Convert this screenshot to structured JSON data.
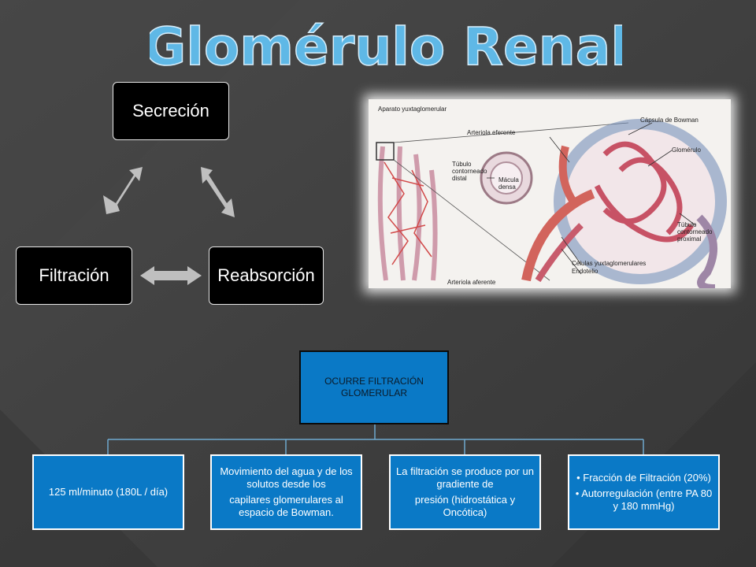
{
  "title": "Glomérulo Renal",
  "cycle": {
    "top": "Secreción",
    "left": "Filtración",
    "right": "Reabsorción"
  },
  "illustration": {
    "labels": {
      "apparatus": "Aparato yuxtaglomerular",
      "efferent": "Arteriola eferente",
      "bowman": "Cápsula de Bowman",
      "glomerulus": "Glomérulo",
      "distal": "Túbulo contorneado distal",
      "macula": "Mácula densa",
      "proximal": "Túbulo contorneado proximal",
      "jg_cells": "Células yuxtaglomerulares",
      "endothelium": "Endotelio",
      "afferent": "Arteriola aferente"
    }
  },
  "org": {
    "root": "OCURRE FILTRACIÓN GLOMERULAR",
    "children": [
      {
        "lines": [
          "125 ml/minuto (180L / día)"
        ]
      },
      {
        "lines": [
          "Movimiento del agua y de los solutos desde los",
          "capilares glomerulares al espacio de Bowman."
        ]
      },
      {
        "lines": [
          "La filtración se produce por un gradiente de",
          "presión (hidrostática y Oncótica)"
        ]
      },
      {
        "lines": [
          "• Fracción de Filtración (20%)",
          "• Autorregulación (entre PA 80 y 180 mmHg)"
        ]
      }
    ]
  },
  "colors": {
    "background": "#3d3d3d",
    "title_fill": "#5fb8e6",
    "box_blue": "#0a79c6",
    "arrow_gray": "#bfbfbf"
  }
}
